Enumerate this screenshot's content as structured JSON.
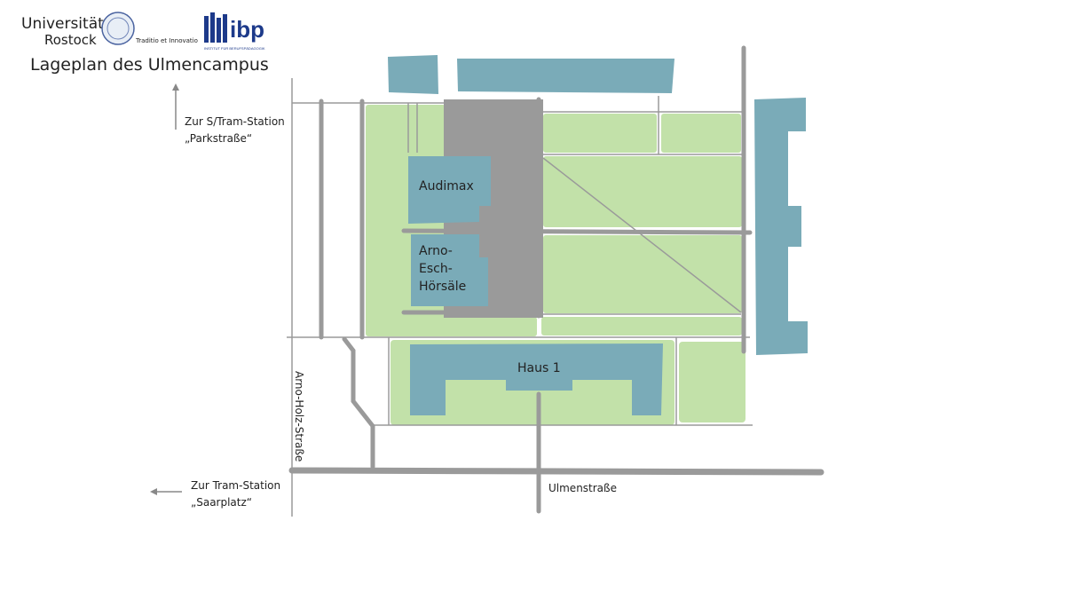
{
  "logos": {
    "university_line1": "Universität",
    "university_line2": "Rostock",
    "motto": "Traditio et Innovatio",
    "institute": "ibp",
    "institute_sub": "INSTITUT FÜR BERUFSPÄDAGOGIK"
  },
  "title": "Lageplan des Ulmencampus",
  "directions": {
    "north_line1": "Zur S/Tram-Station",
    "north_line2": "„Parkstraße“",
    "west_line1": "Zur Tram-Station",
    "west_line2": "„Saarplatz“"
  },
  "streets": {
    "west": "Arno-Holz-Straße",
    "south": "Ulmenstraße"
  },
  "buildings": {
    "audimax": "Audimax",
    "lecture_l1": "Arno-",
    "lecture_l2": "Esch-",
    "lecture_l3": "Hörsäle",
    "haus1": "Haus 1"
  },
  "colors": {
    "building": "#7aabb8",
    "green": "#c2e1a9",
    "road": "#9a9a9a",
    "plaza": "#9a9a9a"
  }
}
